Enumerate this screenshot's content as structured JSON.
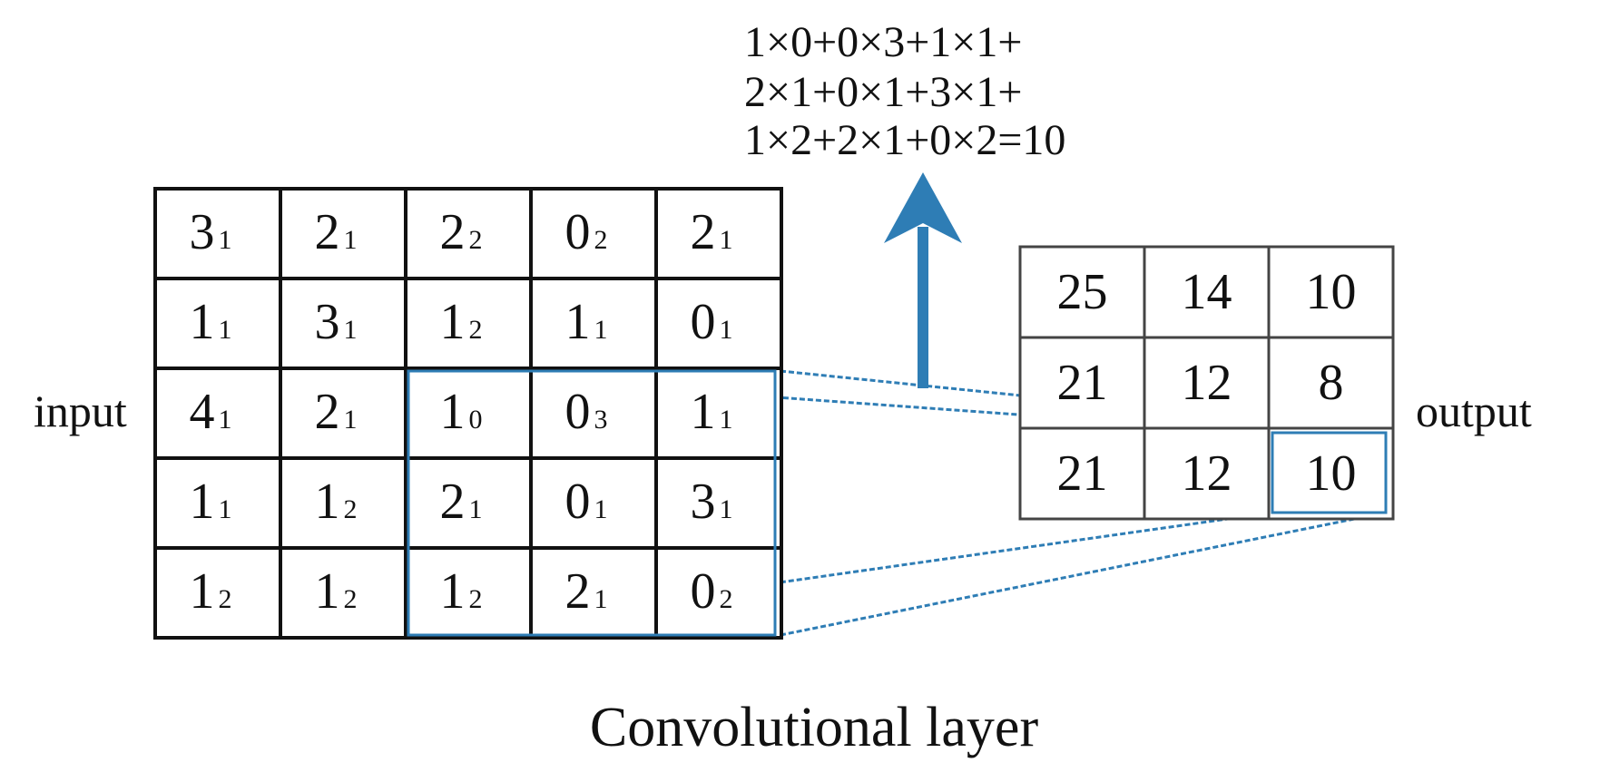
{
  "formula": {
    "lines": [
      "1×0+0×3+1×1+",
      "2×1+0×1+3×1+",
      "1×2+2×1+0×2=10"
    ]
  },
  "labels": {
    "input": "input",
    "output": "output",
    "caption": "Convolutional layer"
  },
  "input_grid": [
    [
      {
        "v": "3",
        "w": "1"
      },
      {
        "v": "2",
        "w": "1"
      },
      {
        "v": "2",
        "w": "2"
      },
      {
        "v": "0",
        "w": "2"
      },
      {
        "v": "2",
        "w": "1"
      }
    ],
    [
      {
        "v": "1",
        "w": "1"
      },
      {
        "v": "3",
        "w": "1"
      },
      {
        "v": "1",
        "w": "2"
      },
      {
        "v": "1",
        "w": "1"
      },
      {
        "v": "0",
        "w": "1"
      }
    ],
    [
      {
        "v": "4",
        "w": "1"
      },
      {
        "v": "2",
        "w": "1"
      },
      {
        "v": "1",
        "w": "0"
      },
      {
        "v": "0",
        "w": "3"
      },
      {
        "v": "1",
        "w": "1"
      }
    ],
    [
      {
        "v": "1",
        "w": "1"
      },
      {
        "v": "1",
        "w": "2"
      },
      {
        "v": "2",
        "w": "1"
      },
      {
        "v": "0",
        "w": "1"
      },
      {
        "v": "3",
        "w": "1"
      }
    ],
    [
      {
        "v": "1",
        "w": "2"
      },
      {
        "v": "1",
        "w": "2"
      },
      {
        "v": "1",
        "w": "2"
      },
      {
        "v": "2",
        "w": "1"
      },
      {
        "v": "0",
        "w": "2"
      }
    ]
  ],
  "output_grid": [
    [
      "25",
      "14",
      "10"
    ],
    [
      "21",
      "12",
      "8"
    ],
    [
      "21",
      "12",
      "10"
    ]
  ],
  "highlight": {
    "input_rows": [
      2,
      4
    ],
    "input_cols": [
      2,
      4
    ],
    "output_row": 2,
    "output_col": 2
  },
  "colors": {
    "accent": "#2e7db5",
    "grid": "#111111",
    "output_grid": "#444444"
  }
}
